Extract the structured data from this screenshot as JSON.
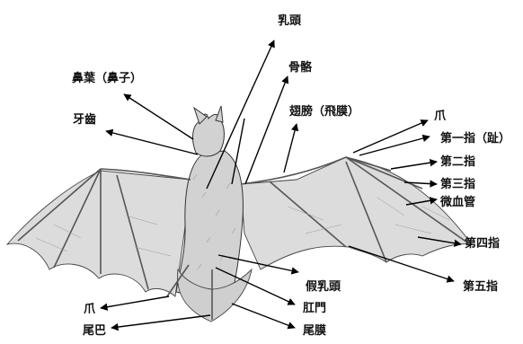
{
  "diagram": {
    "labels": {
      "nipple": "乳頭",
      "noseleaf": "鼻葉（鼻子）",
      "bone": "骨骼",
      "teeth": "牙齒",
      "wing_membrane": "翅膀（飛膜）",
      "claw_top": "爪",
      "first_finger": "第一指（趾）",
      "second_finger": "第二指",
      "third_finger": "第三指",
      "capillary": "微血管",
      "fourth_finger": "第四指",
      "fifth_finger": "第五指",
      "false_nipple": "假乳頭",
      "anus": "肛門",
      "tail_membrane": "尾膜",
      "claw_bottom": "爪",
      "tail": "尾巴"
    }
  }
}
